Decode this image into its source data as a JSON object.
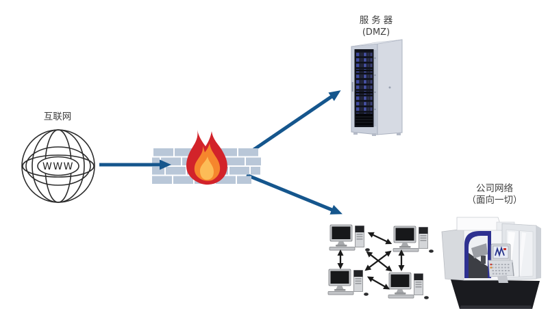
{
  "nodes": {
    "internet": {
      "label": "互联网",
      "globe_text": "WWW"
    },
    "server": {
      "label": "服务器",
      "sublabel": "(DMZ)"
    },
    "company_network": {
      "label": "公司网络",
      "sublabel": "（面向一切）"
    }
  },
  "icons": {
    "internet": "globe-icon",
    "firewall": "firewall-brick-flame-icon",
    "server": "server-rack-icon",
    "lan": "computer-network-icon",
    "company": "cnc-machine-icon"
  },
  "colors": {
    "arrow_blue": "#15568d",
    "brick": "#b9c7d8",
    "flame_red": "#d2232a",
    "flame_orange": "#f6862d",
    "flame_core": "#fcbc57",
    "lan_arrow": "#1a1a1a",
    "text": "#3f3f3f"
  }
}
